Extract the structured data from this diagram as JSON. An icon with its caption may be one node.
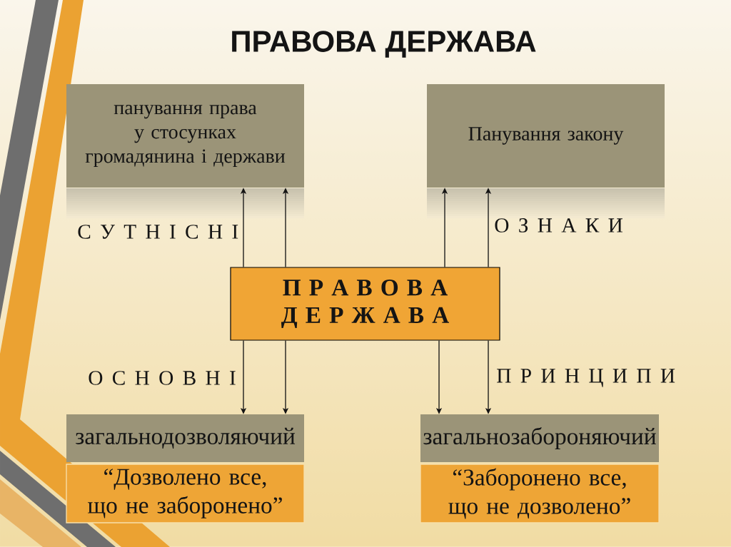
{
  "diagram": {
    "title": "ПРАВОВА ДЕРЖАВА",
    "nodes": [
      {
        "text": [
          "панування права у стосунках громадянина і держави"
        ]
      },
      {
        "text": [
          "Панування закону"
        ]
      },
      {
        "text": [
          "П Р А В О В А Д Е Р Ж А В А"
        ]
      },
      {
        "text": [
          "загальнодозволяючий"
        ]
      },
      {
        "text": [
          "“Дозволено все, що не заборонено”"
        ]
      },
      {
        "text": [
          "загальнозабороняючий"
        ]
      },
      {
        "text": [
          "“Заборонено все, що не дозволено”"
        ]
      }
    ],
    "edges": [
      {
        "from": 2,
        "to": 0,
        "arrow": "to"
      },
      {
        "from": 2,
        "to": 0,
        "arrow": "to"
      },
      {
        "from": 2,
        "to": 1,
        "arrow": "to"
      },
      {
        "from": 2,
        "to": 1,
        "arrow": "to"
      },
      {
        "from": 2,
        "to": 3,
        "arrow": "to"
      },
      {
        "from": 2,
        "to": 3,
        "arrow": "to"
      },
      {
        "from": 2,
        "to": 5,
        "arrow": "to"
      },
      {
        "from": 2,
        "to": 5,
        "arrow": "to"
      }
    ],
    "labels": [
      "С У Т Н І С Н І",
      "О З Н А К И",
      "О С Н О В Н І",
      "П Р И Н Ц И П И"
    ]
  }
}
